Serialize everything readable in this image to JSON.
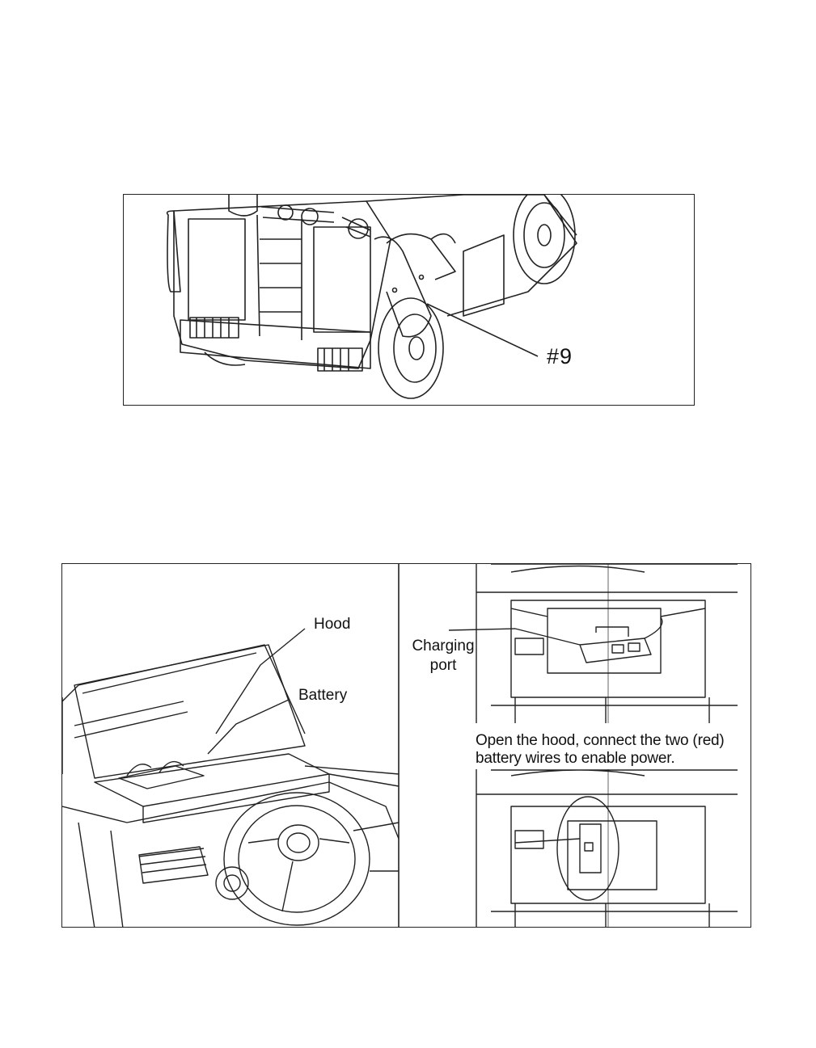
{
  "figure_top": {
    "callout": "#9"
  },
  "figure_bottom": {
    "labels": {
      "hood": "Hood",
      "battery": "Battery",
      "charging_port_line1": "Charging",
      "charging_port_line2": "port"
    },
    "caption_line1": "Open the hood, connect the two (red)",
    "caption_line2": "battery wires to enable power."
  }
}
